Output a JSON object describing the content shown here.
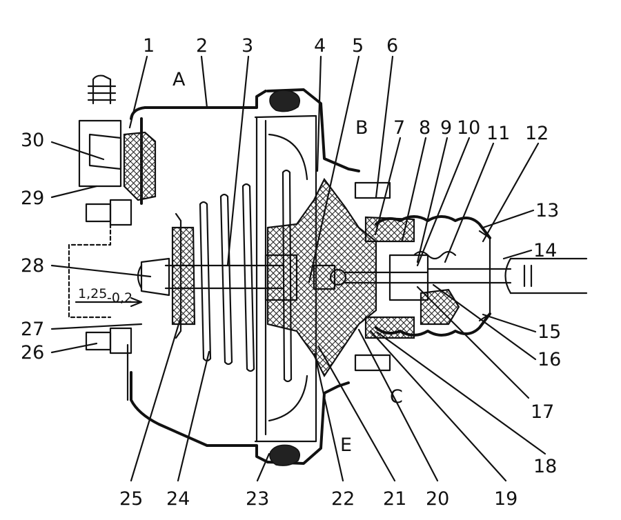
{
  "callouts": [
    "1",
    "2",
    "3",
    "4",
    "5",
    "6",
    "7",
    "8",
    "9",
    "10",
    "11",
    "12",
    "13",
    "14",
    "15",
    "16",
    "17",
    "18",
    "19",
    "20",
    "21",
    "22",
    "23",
    "24",
    "25",
    "26",
    "27",
    "28",
    "29",
    "30"
  ],
  "zones": [
    "A",
    "B",
    "C",
    "E"
  ],
  "dimension": {
    "value": "1,25",
    "tolerance": "-0,2"
  }
}
